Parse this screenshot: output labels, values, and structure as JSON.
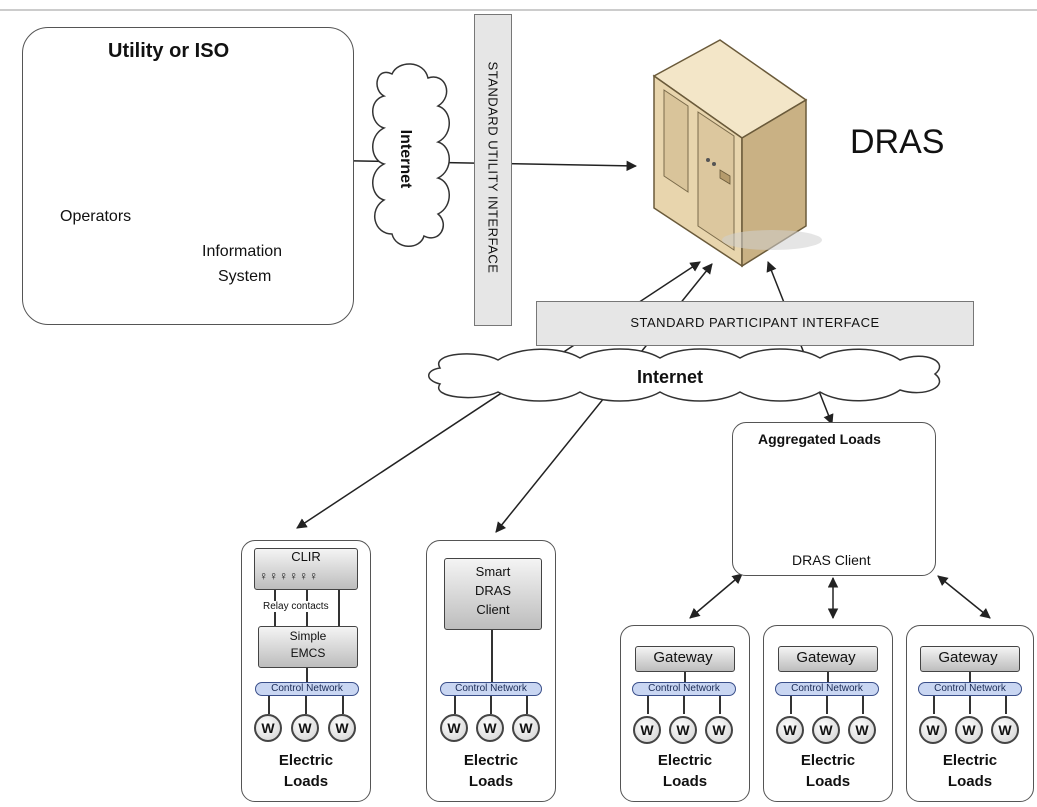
{
  "utility_box": {
    "title": "Utility or ISO",
    "operators_label": "Operators",
    "info_system_label_1": "Information",
    "info_system_label_2": "System"
  },
  "top_cloud_label": "Internet",
  "standard_utility_interface": "STANDARD UTILITY INTERFACE",
  "dras_label": "DRAS",
  "standard_participant_interface": "STANDARD PARTICIPANT INTERFACE",
  "middle_cloud_label": "Internet",
  "aggregated": {
    "title": "Aggregated Loads",
    "client_label": "DRAS Client"
  },
  "clir_box": {
    "clir_label": "CLIR",
    "relay_label": "Relay contacts",
    "emcs_label_1": "Simple",
    "emcs_label_2": "EMCS",
    "network_label": "Control Network"
  },
  "smart_box": {
    "label_1": "Smart",
    "label_2": "DRAS",
    "label_3": "Client",
    "network_label": "Control Network"
  },
  "gateways": [
    {
      "label": "Gateway",
      "network_label": "Control Network"
    },
    {
      "label": "Gateway",
      "network_label": "Control Network"
    },
    {
      "label": "Gateway",
      "network_label": "Control Network"
    }
  ],
  "load_symbol": "W",
  "loads_label_1": "Electric",
  "loads_label_2": "Loads"
}
